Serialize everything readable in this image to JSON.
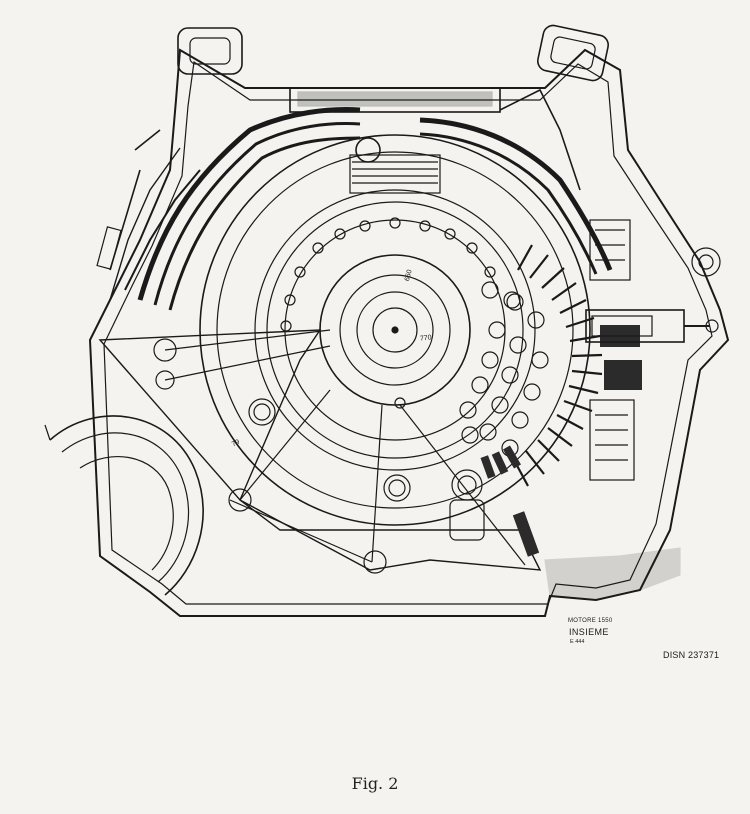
{
  "drawing": {
    "motor_label": "MOTORE 1550",
    "title_label": "INSIEME",
    "code_label": "E 444",
    "drawing_number": "DISN 237371",
    "dim_outer": "770",
    "dim_inner": "650",
    "part_mark": "79"
  },
  "caption": "Fig. 2",
  "colors": {
    "ink": "#1a1a1a",
    "paper": "#f4f3ef",
    "dark_fill": "#2b2b2b"
  }
}
